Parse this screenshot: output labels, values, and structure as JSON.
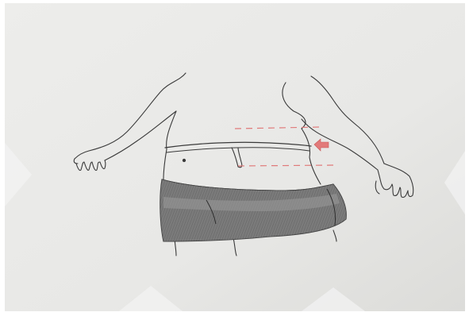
{
  "image": {
    "subject": "pencil-sketch-waist-measurement",
    "colors": {
      "paper": "#e9e9e7",
      "paper_shadow": "#d9d9d6",
      "pencil": "#3a3a3a",
      "shorts_fill": "#6b6b6b",
      "guide_line": "#e07a7a",
      "arrow": "#e27a7a"
    },
    "icons": [
      "red-dashed-guide-lines",
      "red-arrow"
    ]
  }
}
